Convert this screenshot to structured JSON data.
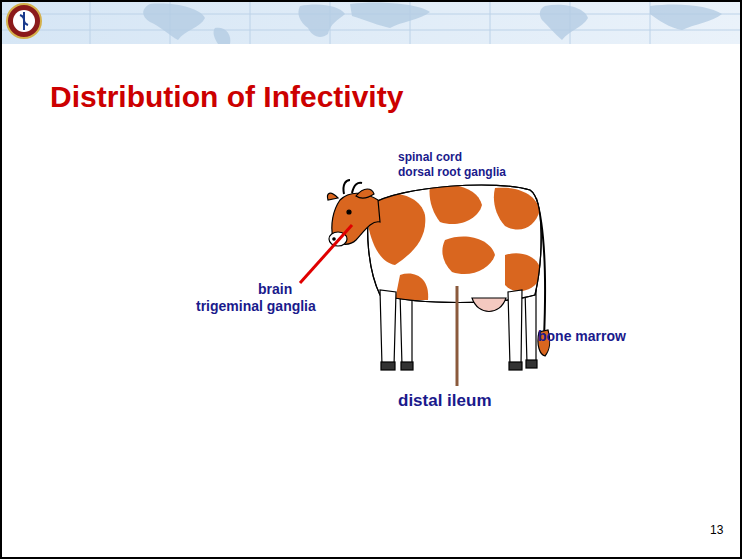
{
  "diagram": {
    "title": "Distribution of Infectivity",
    "labels": [
      "spinal cord",
      "dorsal root ganglia",
      "brain",
      "trigeminal ganglia",
      "bone marrow",
      "distal ileum",
      "13"
    ]
  }
}
